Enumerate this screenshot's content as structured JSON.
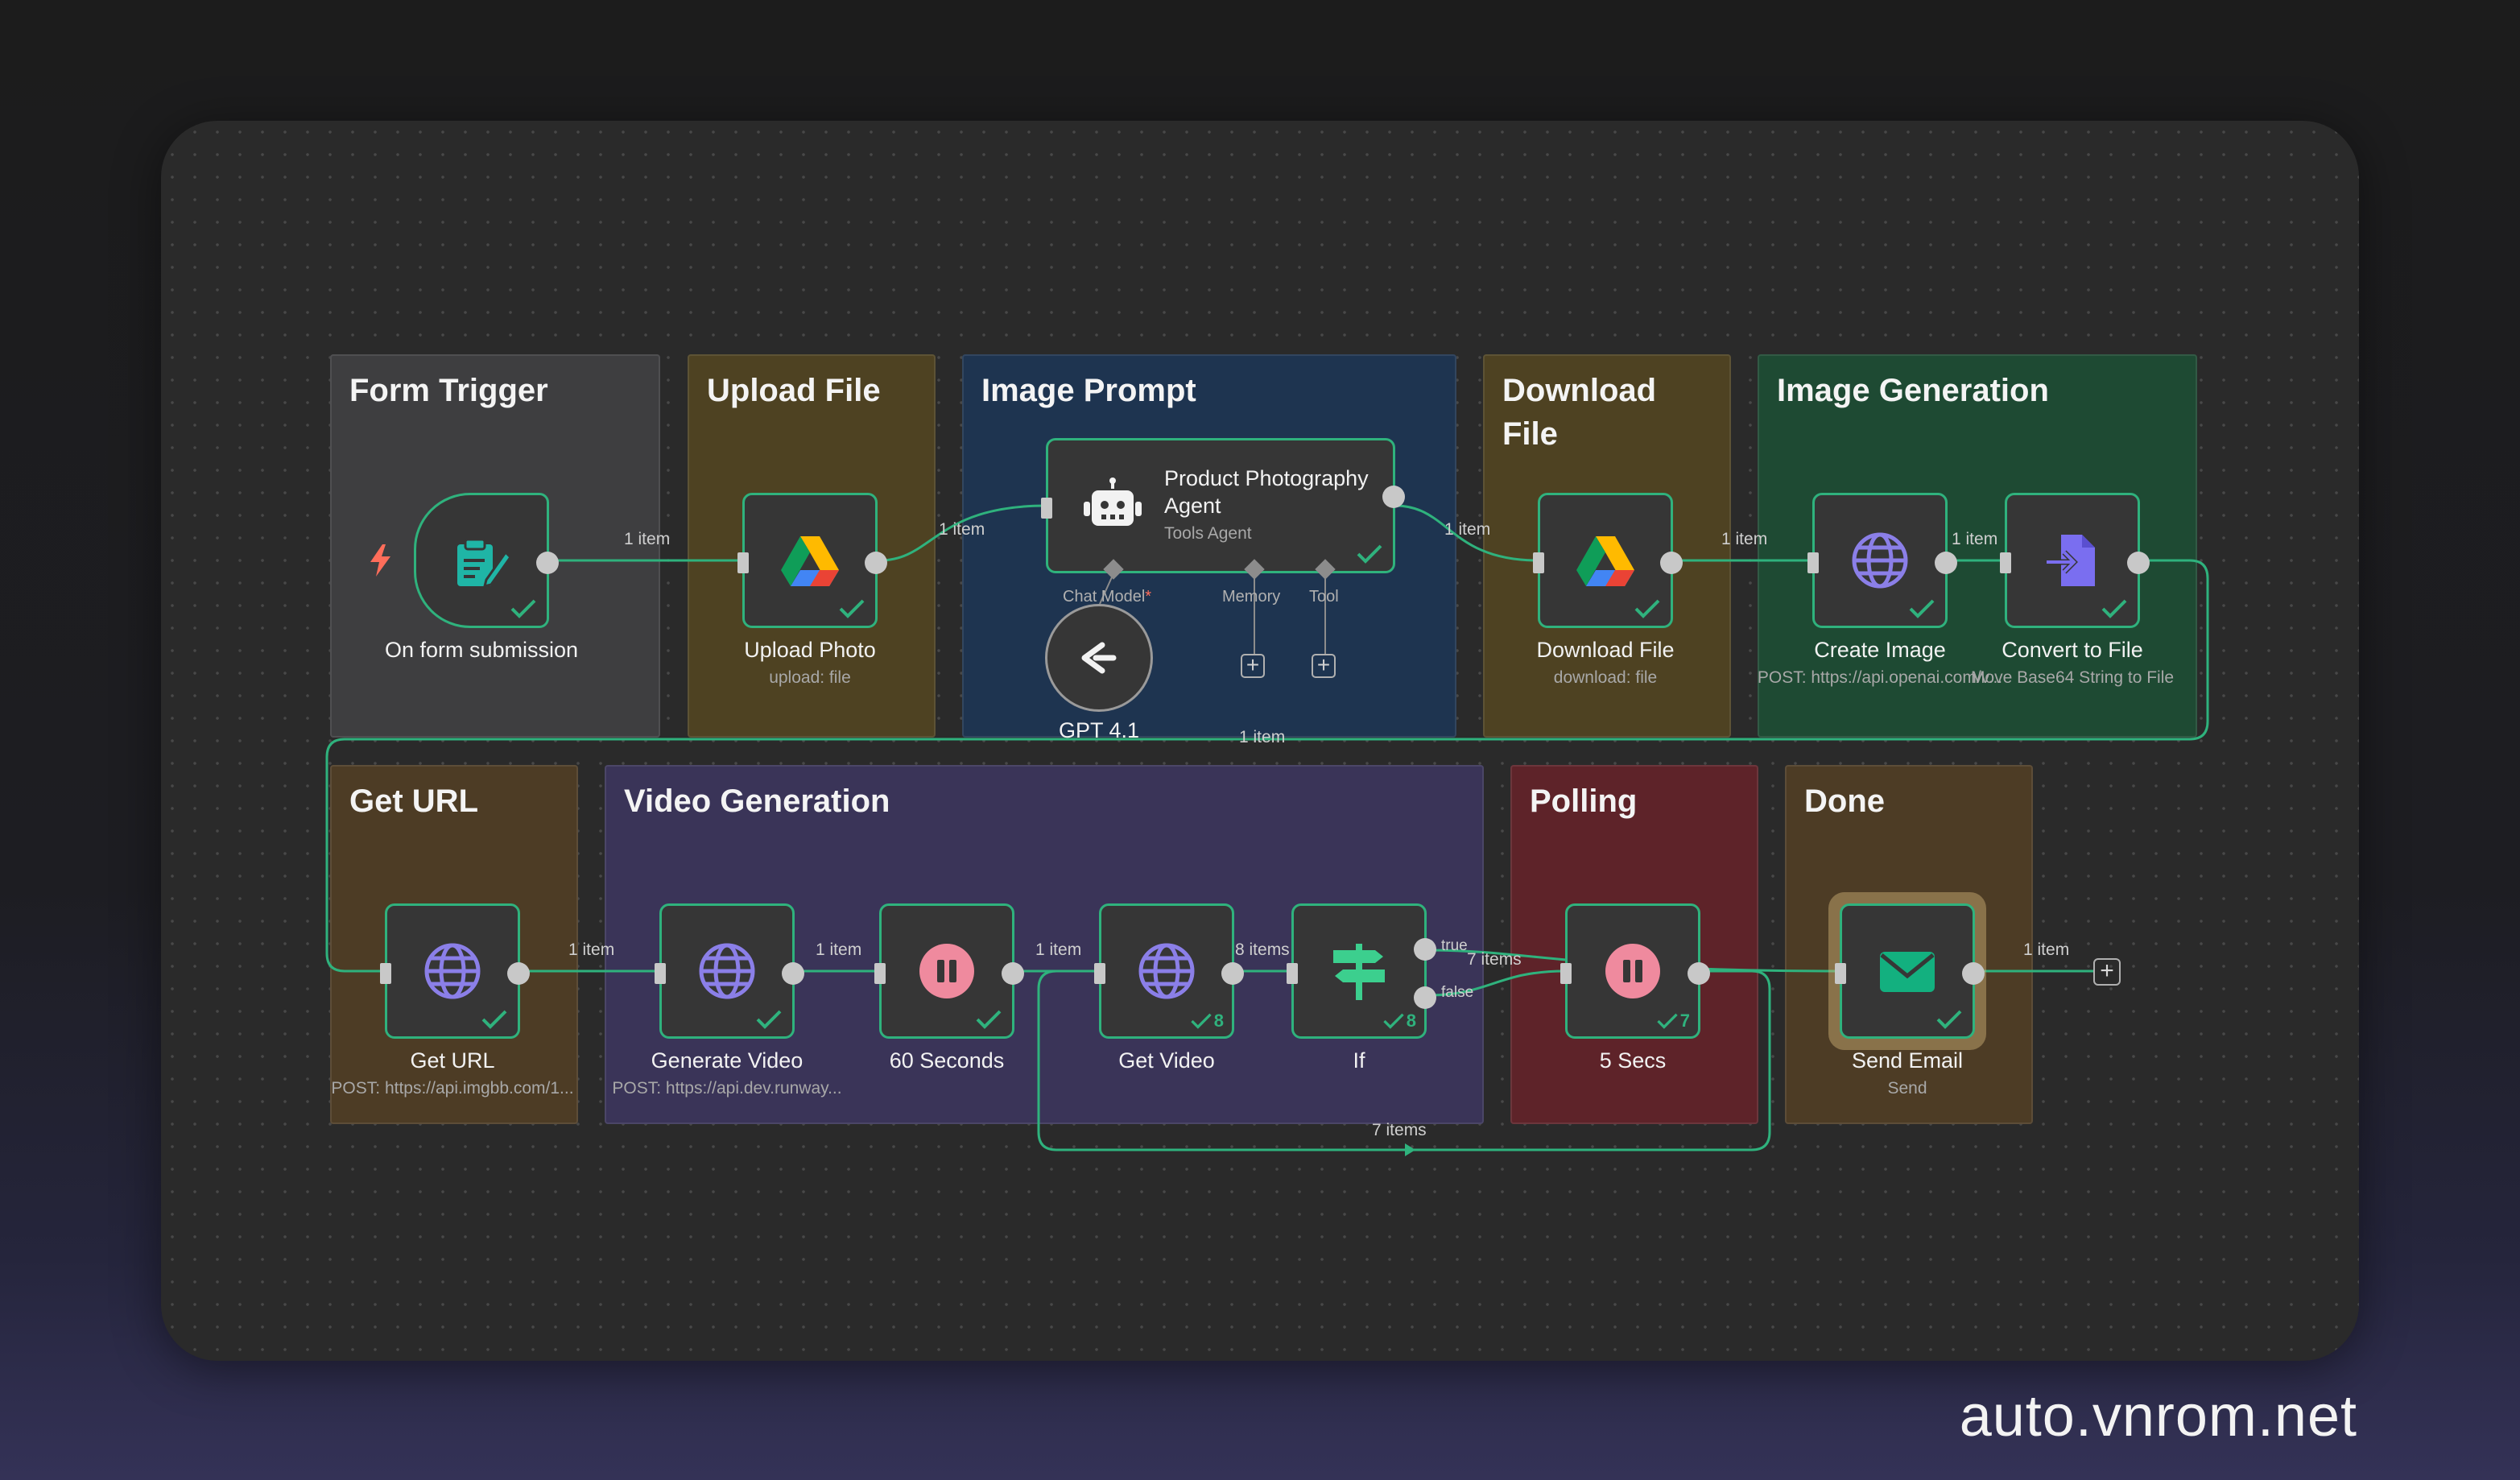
{
  "colors": {
    "accent_green": "#2fb27d",
    "node_bg": "#363636",
    "group_form_trigger": "#3e3e40",
    "group_upload_file": "#4e4222",
    "group_image_prompt": "#1e3450",
    "group_download_file": "#4e4222",
    "group_image_generation": "#1e4a33",
    "group_get_url": "#4d3c25",
    "group_video_generation": "#3a3458",
    "group_polling": "#5e2329",
    "group_done": "#4d3c25"
  },
  "groups": {
    "form_trigger": "Form Trigger",
    "upload_file": "Upload File",
    "image_prompt": "Image Prompt",
    "download_file": "Download File",
    "image_generation": "Image Generation",
    "get_url": "Get URL",
    "video_generation": "Video Generation",
    "polling": "Polling",
    "done": "Done"
  },
  "nodes": {
    "form": {
      "label": "On form submission",
      "icon": "form-edit-icon"
    },
    "upload_photo": {
      "label": "Upload Photo",
      "sub": "upload: file",
      "icon": "google-drive-icon"
    },
    "agent": {
      "label": "Product Photography Agent",
      "sub": "Tools Agent",
      "icon": "robot-icon"
    },
    "agent_ports": {
      "chat_model": "Chat Model",
      "required_mark": "*",
      "memory": "Memory",
      "tool": "Tool"
    },
    "gpt": {
      "label": "GPT 4.1",
      "icon": "openai-icon"
    },
    "download_file": {
      "label": "Download File",
      "sub": "download: file",
      "icon": "google-drive-icon"
    },
    "create_image": {
      "label": "Create Image",
      "sub": "POST: https://api.openai.com/v...",
      "icon": "globe-icon"
    },
    "convert_file": {
      "label": "Convert to File",
      "sub": "Move Base64 String to File",
      "icon": "file-arrow-icon"
    },
    "get_url": {
      "label": "Get URL",
      "sub": "POST: https://api.imgbb.com/1...",
      "icon": "globe-icon"
    },
    "generate_video": {
      "label": "Generate Video",
      "sub": "POST: https://api.dev.runway...",
      "icon": "globe-icon"
    },
    "wait_60": {
      "label": "60 Seconds",
      "icon": "pause-icon"
    },
    "get_video": {
      "label": "Get Video",
      "count": "8",
      "icon": "globe-icon"
    },
    "if_node": {
      "label": "If",
      "count": "8",
      "icon": "signpost-icon"
    },
    "secs5": {
      "label": "5 Secs",
      "count": "7",
      "icon": "pause-icon"
    },
    "send_email": {
      "label": "Send Email",
      "sub": "Send",
      "icon": "email-icon"
    }
  },
  "edges": {
    "one_item": "1 item",
    "eight_items": "8 items",
    "seven_items": "7 items",
    "true_label": "true",
    "false_label": "false"
  },
  "watermark": "auto.vnrom.net"
}
